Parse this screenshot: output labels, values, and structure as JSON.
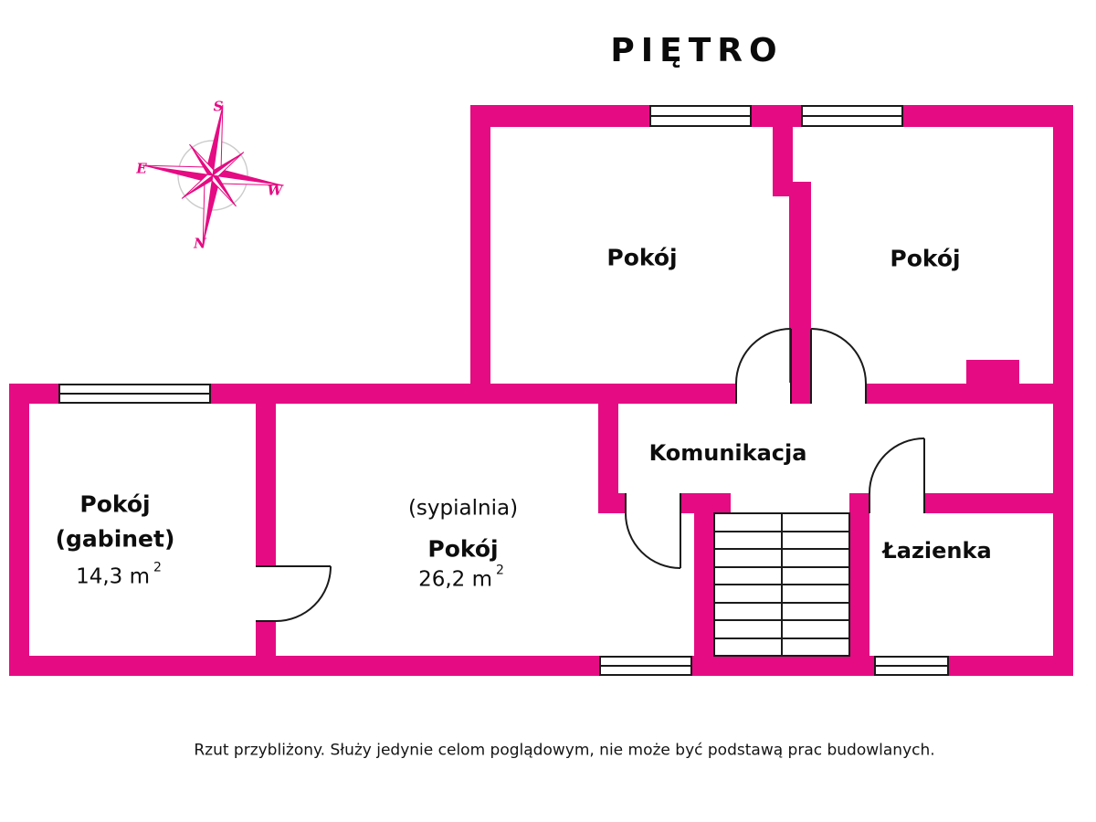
{
  "title": "PIĘTRO",
  "compass": {
    "top": "S",
    "left": "E",
    "right": "W",
    "bottom": "N"
  },
  "rooms": {
    "top_center": {
      "name": "Pokój"
    },
    "top_right": {
      "name": "Pokój"
    },
    "office": {
      "line1": "Pokój",
      "line2": "(gabinet)",
      "area": "14,3 m",
      "area_exp": "2"
    },
    "bedroom": {
      "subtitle": "(sypialnia)",
      "name": "Pokój",
      "area": "26,2 m",
      "area_exp": "2"
    },
    "hall": {
      "name": "Komunikacja"
    },
    "bathroom": {
      "name": "Łazienka"
    }
  },
  "disclaimer": "Rzut przybliżony. Służy jedynie celom poglądowym, nie może być podstawą prac budowlanych.",
  "colors": {
    "wall": "#e50b83",
    "line": "#1a1a1a"
  }
}
